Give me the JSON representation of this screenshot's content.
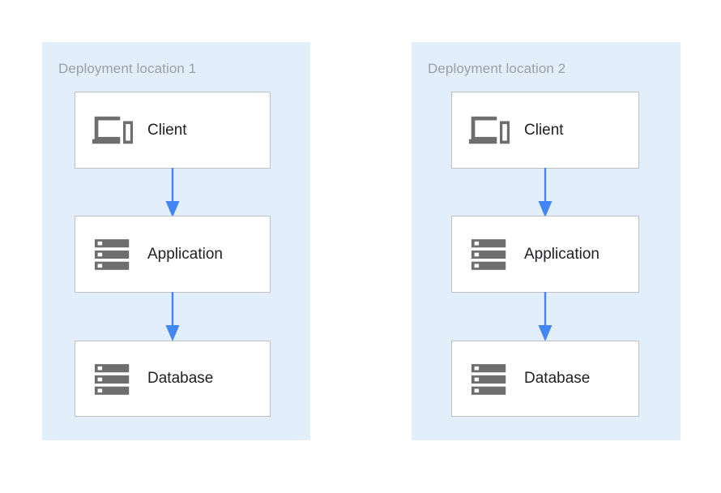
{
  "diagram": {
    "type": "deployment-architecture",
    "background_color": "#ffffff",
    "panel_color": "#e3eefb",
    "arrow_color": "#4285f4",
    "icon_color": "#6e6e6e",
    "box_border_color": "#bdc1c6",
    "title_color": "#9aa0a6",
    "panels": [
      {
        "id": "deployment-location-1",
        "title": "Deployment location 1",
        "nodes": [
          {
            "id": "client-1",
            "label": "Client",
            "icon": "devices-icon"
          },
          {
            "id": "app-1",
            "label": "Application",
            "icon": "server-icon"
          },
          {
            "id": "database-1",
            "label": "Database",
            "icon": "server-icon"
          }
        ],
        "connections": [
          {
            "from": "client-1",
            "to": "app-1",
            "direction": "down",
            "style": "solid-arrow"
          },
          {
            "from": "app-1",
            "to": "database-1",
            "direction": "down",
            "style": "solid-arrow"
          }
        ]
      },
      {
        "id": "deployment-location-2",
        "title": "Deployment location 2",
        "nodes": [
          {
            "id": "client-2",
            "label": "Client",
            "icon": "devices-icon"
          },
          {
            "id": "app-2",
            "label": "Application",
            "icon": "server-icon"
          },
          {
            "id": "database-2",
            "label": "Database",
            "icon": "server-icon"
          }
        ],
        "connections": [
          {
            "from": "client-2",
            "to": "app-2",
            "direction": "down",
            "style": "solid-arrow"
          },
          {
            "from": "app-2",
            "to": "database-2",
            "direction": "down",
            "style": "solid-arrow"
          }
        ]
      }
    ]
  }
}
